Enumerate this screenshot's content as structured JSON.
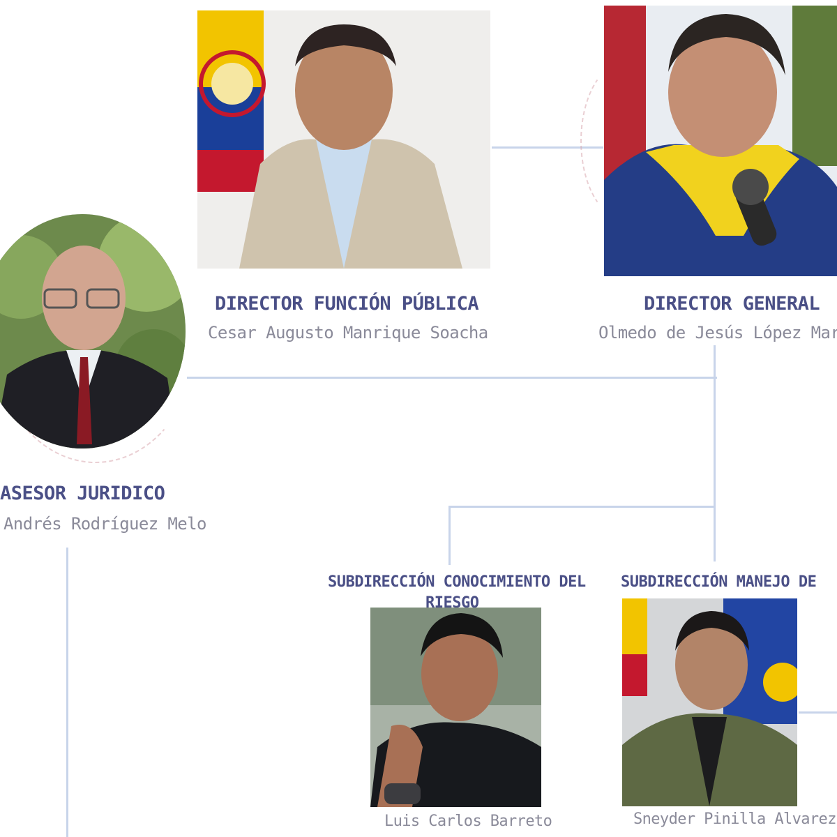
{
  "colors": {
    "title": "#4a4f86",
    "name": "#8a8a99",
    "line": "#c8d4ea",
    "accent": "#d9a9b0"
  },
  "org_chart": {
    "nodes": [
      {
        "id": "director-funcion-publica",
        "role": "DIRECTOR FUNCIÓN PÚBLICA",
        "name": "Cesar Augusto Manrique Soacha",
        "photo_icon": "person-photo-flag"
      },
      {
        "id": "director-general",
        "role": "DIRECTOR GENERAL",
        "name": "Olmedo de Jesús López Martíne",
        "photo_icon": "person-photo-microphone"
      },
      {
        "id": "asesor-juridico",
        "role": "ASESOR JURIDICO",
        "name": "Andrés Rodríguez Melo",
        "photo_icon": "person-photo-circle"
      },
      {
        "id": "subdireccion-conocimiento",
        "role": "SUBDIRECCIÓN CONOCIMIENTO DEL",
        "role_cont": "RIESGO",
        "name": "Luis Carlos Barreto",
        "photo_icon": "person-photo-seated"
      },
      {
        "id": "subdireccion-manejo",
        "role": "SUBDIRECCIÓN MANEJO DE",
        "name": "Sneyder Pinilla Alvarez",
        "photo_icon": "person-photo-flag"
      }
    ]
  }
}
